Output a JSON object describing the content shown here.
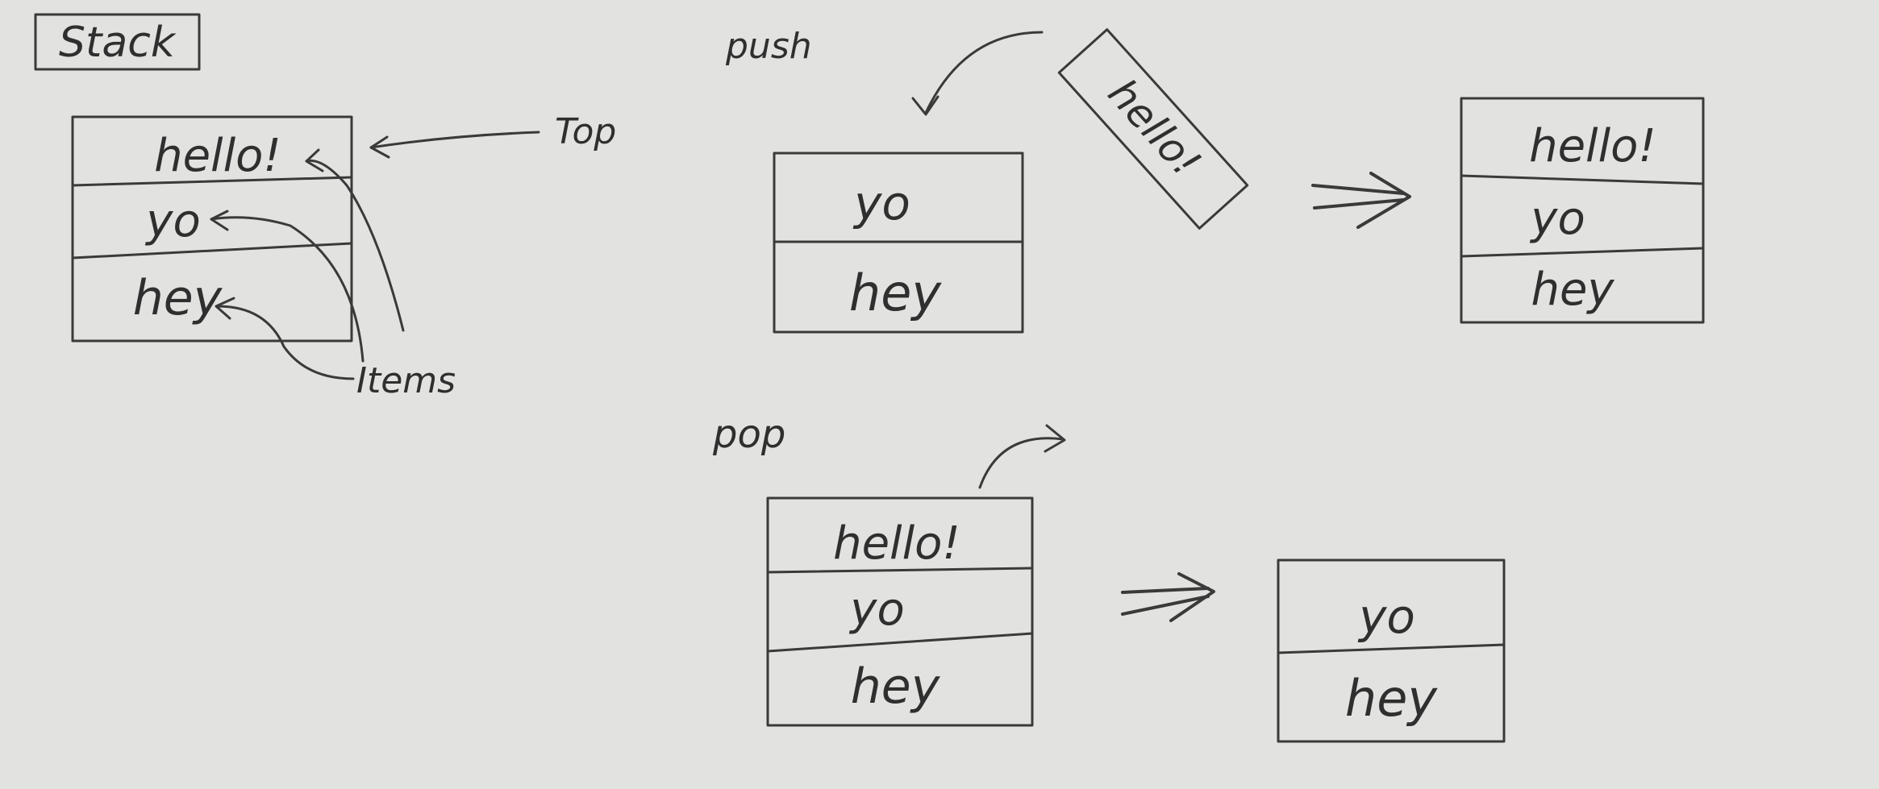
{
  "title": "Stack",
  "labels": {
    "top": "Top",
    "items": "Items",
    "push": "push",
    "pop": "pop"
  },
  "stacks": {
    "definition": [
      "hello!",
      "yo",
      "hey"
    ],
    "push_before": [
      "yo",
      "hey"
    ],
    "push_item": "hello!",
    "push_after": [
      "hello!",
      "yo",
      "hey"
    ],
    "pop_before": [
      "hello!",
      "yo",
      "hey"
    ],
    "pop_after": [
      "yo",
      "hey"
    ]
  },
  "colors": {
    "paper": "#e2e2e0",
    "ink": "#3a3a3a"
  }
}
